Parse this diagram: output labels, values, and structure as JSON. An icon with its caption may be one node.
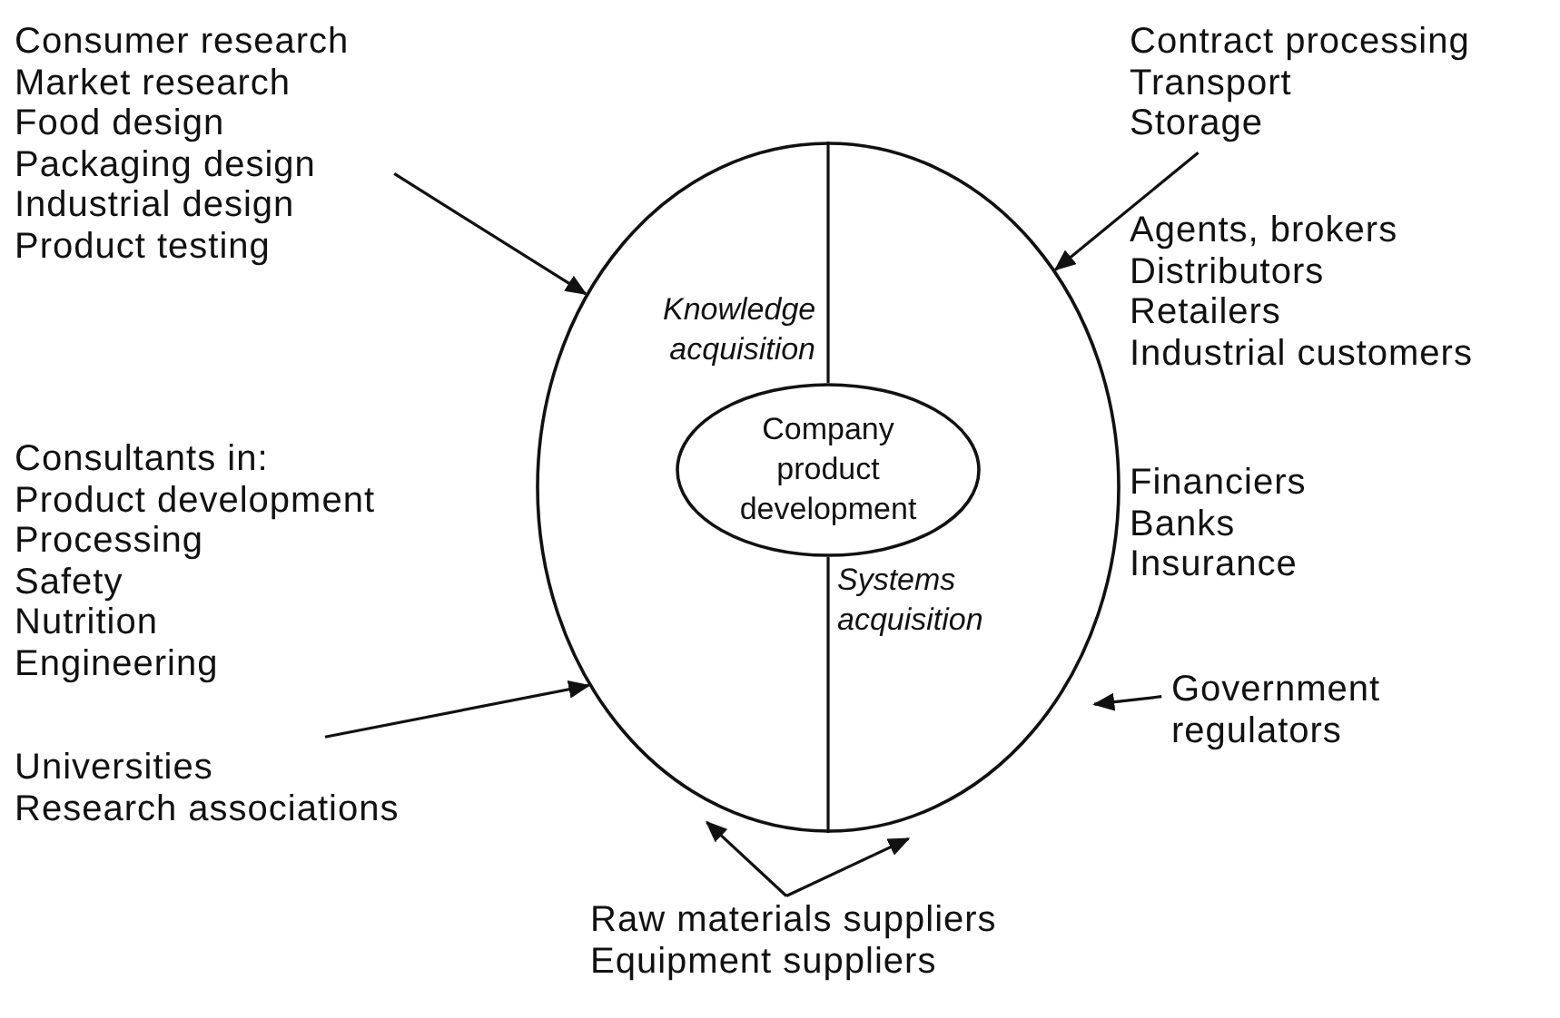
{
  "diagram": {
    "nodes": [
      {
        "text": [
          "Knowledge acquisition",
          "Systems acquisition"
        ]
      },
      {
        "text": [
          "Company product development"
        ],
        "in": 0
      },
      {
        "text": [
          "Consumer research",
          "Market research",
          "Food design",
          "Packaging design",
          "Industrial design",
          "Product testing"
        ]
      },
      {
        "text": [
          "Universities",
          "Research associations"
        ]
      },
      {
        "text": [
          "Contract processing",
          "Transport",
          "Storage"
        ]
      },
      {
        "text": [
          "Government regulators"
        ]
      },
      {
        "text": [
          "Raw materials suppliers",
          "Equipment suppliers"
        ]
      }
    ],
    "edges": [
      {
        "from": 2,
        "to": 0,
        "arrow": "to"
      },
      {
        "from": 3,
        "to": 0,
        "arrow": "to"
      },
      {
        "from": 4,
        "to": 0,
        "arrow": "to"
      },
      {
        "from": 5,
        "to": 0,
        "arrow": "to"
      },
      {
        "from": 6,
        "to": 0,
        "arrow": "to"
      },
      {
        "from": 6,
        "to": 0,
        "arrow": "to"
      },
      {
        "from": 0,
        "to": 1,
        "arrow": "none"
      },
      {
        "from": 1,
        "to": 0,
        "arrow": "none"
      }
    ],
    "labels": [
      "Consultants in:",
      "Product development",
      "Processing",
      "Safety",
      "Nutrition",
      "Engineering",
      "Agents, brokers",
      "Distributors",
      "Retailers",
      "Industrial customers",
      "Financiers",
      "Banks",
      "Insurance"
    ]
  }
}
